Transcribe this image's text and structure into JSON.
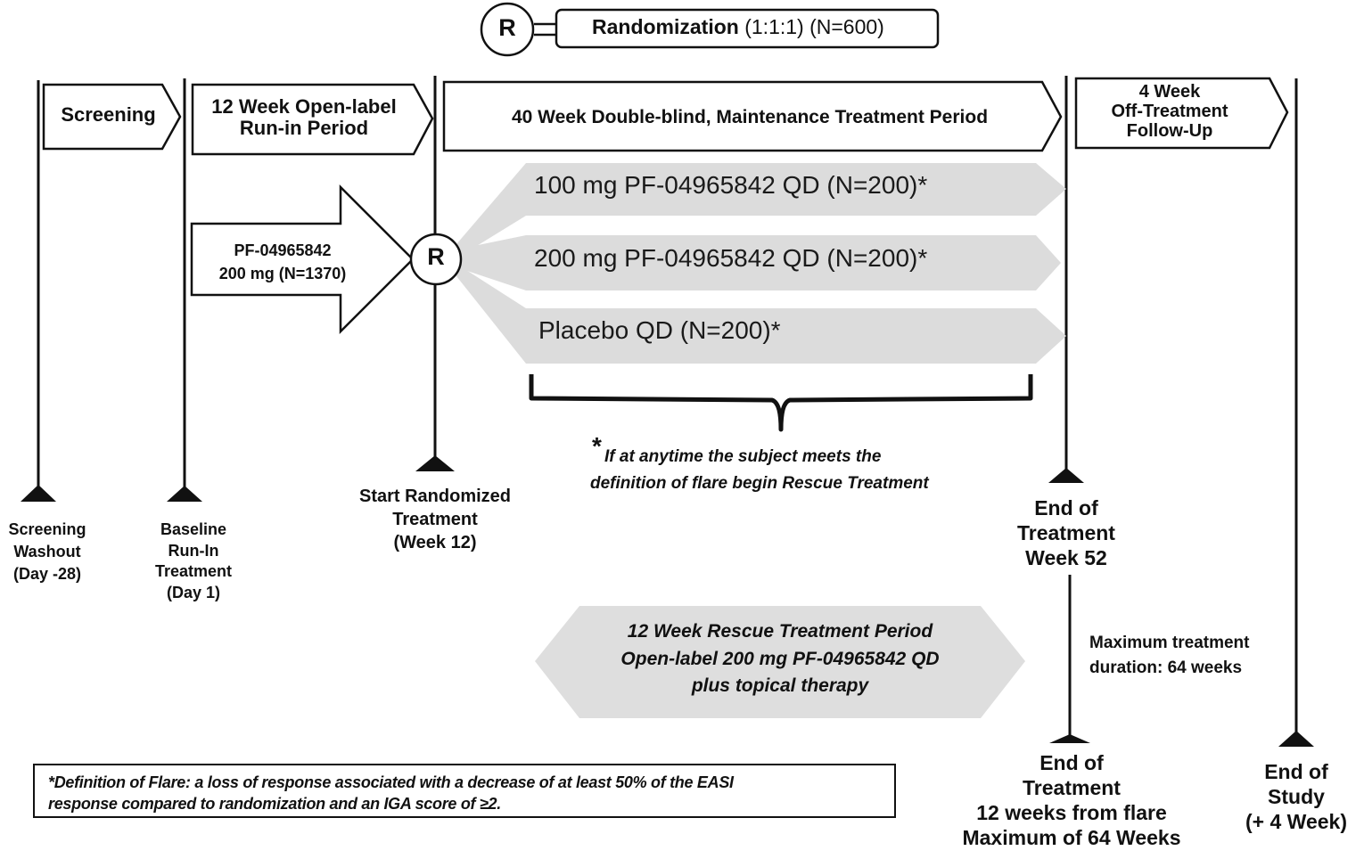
{
  "randomization": {
    "symbol": "R",
    "title": "Randomization",
    "detail": "(1:1:1) (N=600)"
  },
  "periods": {
    "screening": "Screening",
    "run_in": [
      "12 Week Open-label",
      "Run-in Period"
    ],
    "maintenance": "40 Week Double-blind, Maintenance Treatment Period",
    "follow_up": [
      "4 Week",
      "Off-Treatment",
      "Follow-Up"
    ]
  },
  "run_in_arrow": [
    "PF-04965842",
    "200 mg (N=1370)"
  ],
  "randomize_symbol": "R",
  "arms": [
    "100 mg PF-04965842 QD (N=200)*",
    "200 mg PF-04965842 QD (N=200)*",
    "Placebo QD (N=200)*"
  ],
  "flare_note": {
    "asterisk": "*",
    "lines": [
      "If at anytime the subject  meets the",
      "definition of flare begin Rescue Treatment"
    ]
  },
  "milestones": {
    "screening_washout": [
      "Screening",
      "Washout",
      "(Day -28)"
    ],
    "baseline": [
      "Baseline",
      "Run-In",
      "Treatment",
      "(Day 1)"
    ],
    "start_randomized": [
      "Start Randomized",
      "Treatment",
      "(Week 12)"
    ],
    "end_treatment_52": [
      "End of",
      "Treatment",
      "Week 52"
    ],
    "end_treatment_flare": [
      "End of",
      "Treatment",
      "12 weeks from flare",
      "Maximum  of 64 Weeks"
    ],
    "end_study": [
      "End of",
      "Study",
      "(+ 4 Week)"
    ]
  },
  "rescue": [
    "12 Week Rescue Treatment  Period",
    "Open-label 200 mg PF-04965842 QD",
    "plus topical therapy"
  ],
  "max_duration": [
    "Maximum  treatment",
    "duration:  64 weeks"
  ],
  "footnote": [
    "*Definition of Flare: a loss of response associated with a decrease of at least 50% of the EASI",
    "response compared to randomization and an IGA score of ≥2."
  ],
  "colors": {
    "line": "#111111",
    "arm_fill": "#dcdcdc",
    "rescue_fill": "#dedede"
  }
}
